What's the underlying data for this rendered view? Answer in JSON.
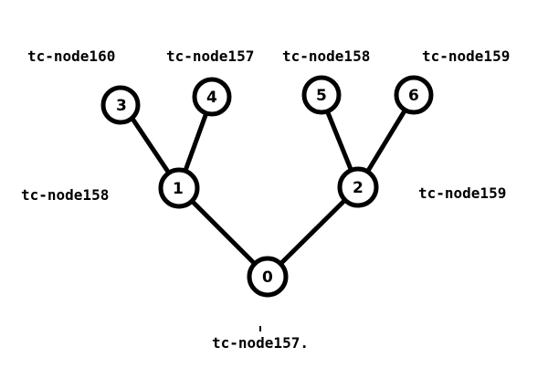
{
  "diagram": {
    "background": "#ffffff",
    "line_color": "#000000",
    "nodes": [
      {
        "id": "0",
        "host": "tc-node157."
      },
      {
        "id": "1",
        "host": "tc-node158"
      },
      {
        "id": "2",
        "host": "tc-node159"
      },
      {
        "id": "3",
        "host": "tc-node160"
      },
      {
        "id": "4",
        "host": "tc-node157"
      },
      {
        "id": "5",
        "host": "tc-node158"
      },
      {
        "id": "6",
        "host": "tc-node159"
      }
    ],
    "edges": [
      {
        "from": "0",
        "to": "1"
      },
      {
        "from": "0",
        "to": "2"
      },
      {
        "from": "1",
        "to": "3"
      },
      {
        "from": "1",
        "to": "4"
      },
      {
        "from": "2",
        "to": "5"
      },
      {
        "from": "2",
        "to": "6"
      }
    ]
  }
}
